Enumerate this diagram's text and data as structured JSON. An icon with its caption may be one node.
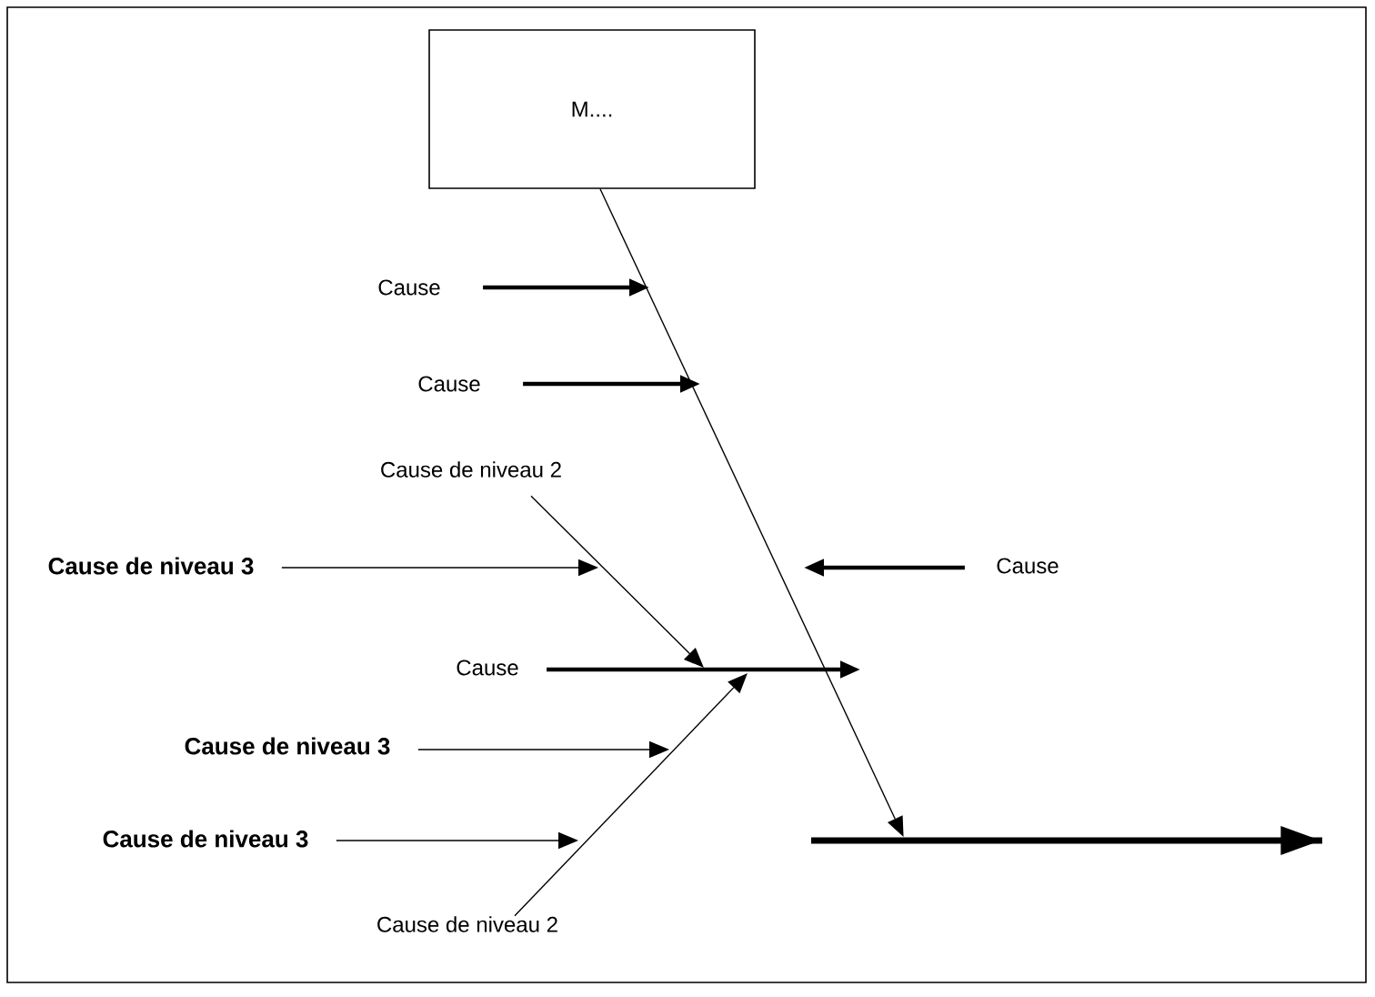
{
  "diagram": {
    "nodes": [
      {
        "text": [
          "M...."
        ]
      },
      {
        "text": [
          "Cause"
        ]
      },
      {
        "text": [
          "Cause"
        ]
      },
      {
        "text": [
          "Cause de niveau 2"
        ]
      },
      {
        "text": [
          "Cause de niveau 3"
        ]
      },
      {
        "text": [
          "Cause"
        ]
      },
      {
        "text": [
          "Cause"
        ]
      },
      {
        "text": [
          "Cause de niveau 3"
        ]
      },
      {
        "text": [
          "Cause de niveau 3"
        ]
      },
      {
        "text": [
          "Cause de niveau 2"
        ]
      },
      {
        "text": [],
        "shape": "bar"
      }
    ],
    "edges": [
      {
        "from": 1,
        "to": null,
        "arrow": "to",
        "style": "thick"
      },
      {
        "from": 2,
        "to": null,
        "arrow": "to",
        "style": "thick"
      },
      {
        "from": 3,
        "to": null,
        "arrow": "to"
      },
      {
        "from": 4,
        "to": null,
        "arrow": "to"
      },
      {
        "from": 5,
        "to": null,
        "arrow": "to",
        "style": "thick"
      },
      {
        "from": 6,
        "to": null,
        "arrow": "to",
        "style": "thick"
      },
      {
        "from": 7,
        "to": null,
        "arrow": "to"
      },
      {
        "from": 8,
        "to": null,
        "arrow": "to"
      },
      {
        "from": 9,
        "to": null,
        "arrow": "to"
      },
      {
        "from": 0,
        "to": 10,
        "arrow": "to"
      }
    ]
  }
}
